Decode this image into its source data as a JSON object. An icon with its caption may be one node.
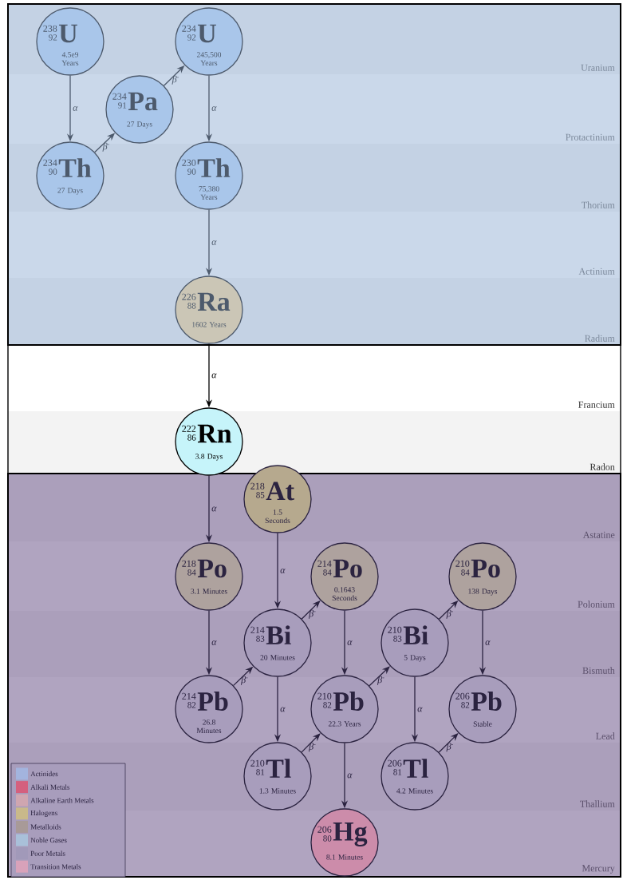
{
  "diagram": {
    "nodes": [
      {
        "text": [
          "238",
          "92",
          "U",
          "4.5e9 Years"
        ]
      },
      {
        "text": [
          "234",
          "90",
          "Th",
          "27 Days"
        ]
      },
      {
        "text": [
          "234",
          "91",
          "Pa",
          "27 Days"
        ]
      },
      {
        "text": [
          "234",
          "92",
          "U",
          "245,500 Years"
        ]
      },
      {
        "text": [
          "230",
          "90",
          "Th",
          "75,380 Years"
        ]
      },
      {
        "text": [
          "226",
          "88",
          "Ra",
          "1602 Years"
        ]
      },
      {
        "text": [
          "222",
          "86",
          "Rn",
          "3.8 Days"
        ]
      },
      {
        "text": [
          "218",
          "85",
          "At",
          "1.5 Seconds"
        ]
      },
      {
        "text": [
          "218",
          "84",
          "Po",
          "3.1 Minutes"
        ]
      },
      {
        "text": [
          "214",
          "84",
          "Po",
          "0.1643 Seconds"
        ]
      },
      {
        "text": [
          "214",
          "83",
          "Bi",
          "20 Minutes"
        ]
      },
      {
        "text": [
          "214",
          "82",
          "Pb",
          "26.8 Minutes"
        ]
      },
      {
        "text": [
          "210",
          "82",
          "Pb",
          "22.3 Years"
        ]
      },
      {
        "text": [
          "210",
          "83",
          "Bi",
          "5 Days"
        ]
      },
      {
        "text": [
          "210",
          "84",
          "Po",
          "138 Days"
        ]
      },
      {
        "text": [
          "210",
          "81",
          "Tl",
          "1.3 Minutes"
        ]
      },
      {
        "text": [
          "206",
          "82",
          "Pb",
          "Stable"
        ]
      },
      {
        "text": [
          "206",
          "81",
          "Tl",
          "4.2 Minutes"
        ]
      },
      {
        "text": [
          "206",
          "80",
          "Hg",
          "8.1 Minutes"
        ]
      }
    ],
    "edges": [
      {
        "from": 0,
        "to": 1,
        "arrow": "to",
        "label": "α",
        "color": "#4d5a6c"
      },
      {
        "from": 1,
        "to": 2,
        "arrow": "to",
        "label": "β$^{-}$",
        "color": "#4d5a6c"
      },
      {
        "from": 2,
        "to": 3,
        "arrow": "to",
        "label": "β$^{-}$",
        "color": "#4d5a6c"
      },
      {
        "from": 3,
        "to": 4,
        "arrow": "to",
        "label": "α",
        "color": "#4d5a6c"
      },
      {
        "from": 4,
        "to": 5,
        "arrow": "to",
        "label": "α",
        "color": "#4d5a6c"
      },
      {
        "from": 5,
        "to": 6,
        "arrow": "to",
        "label": "α",
        "color": "#000000"
      },
      {
        "from": 6,
        "to": 8,
        "arrow": "to",
        "label": "α"
      },
      {
        "from": 8,
        "to": 11,
        "arrow": "to",
        "label": "α"
      },
      {
        "from": 7,
        "to": 10,
        "arrow": "to",
        "label": "α"
      },
      {
        "from": 11,
        "to": 10,
        "arrow": "to",
        "label": "β$^{-}$"
      },
      {
        "from": 10,
        "to": 9,
        "arrow": "to",
        "label": "β$^{-}$"
      },
      {
        "from": 10,
        "to": 15,
        "arrow": "to",
        "label": "α"
      },
      {
        "from": 9,
        "to": 12,
        "arrow": "to",
        "label": "α"
      },
      {
        "from": 15,
        "to": 12,
        "arrow": "to",
        "label": "β$^{-}$"
      },
      {
        "from": 12,
        "to": 13,
        "arrow": "to",
        "label": "β$^{-}$"
      },
      {
        "from": 12,
        "to": 18,
        "arrow": "to",
        "label": "α"
      },
      {
        "from": 13,
        "to": 17,
        "arrow": "to",
        "label": "α"
      },
      {
        "from": 13,
        "to": 14,
        "arrow": "to",
        "label": "β$^{-}$"
      },
      {
        "from": 14,
        "to": 16,
        "arrow": "to",
        "label": "α"
      },
      {
        "from": 17,
        "to": 16,
        "arrow": "to",
        "label": "β$^{-}$"
      }
    ],
    "labels": [
      "Uranium",
      "Protactinium",
      "Thorium",
      "Actinium",
      "Radium",
      "Francium",
      "Radon",
      "Astatine",
      "Polonium",
      "Bismuth",
      "Lead",
      "Thallium",
      "Mercury"
    ],
    "legend": [
      {
        "text": "Actinides",
        "color": "#a3b4de"
      },
      {
        "text": "Alkali Metals",
        "color": "#d4607e"
      },
      {
        "text": "Alkaline Earth Metals",
        "color": "#cfa6b0"
      },
      {
        "text": "Halogens",
        "color": "#c9b98a"
      },
      {
        "text": "Metalloids",
        "color": "#a89a98"
      },
      {
        "text": "Noble Gases",
        "color": "#a9c0d9"
      },
      {
        "text": "Poor Metals",
        "color": "#a199b9"
      },
      {
        "text": "Transition Metals",
        "color": "#d8a2ba"
      }
    ]
  }
}
